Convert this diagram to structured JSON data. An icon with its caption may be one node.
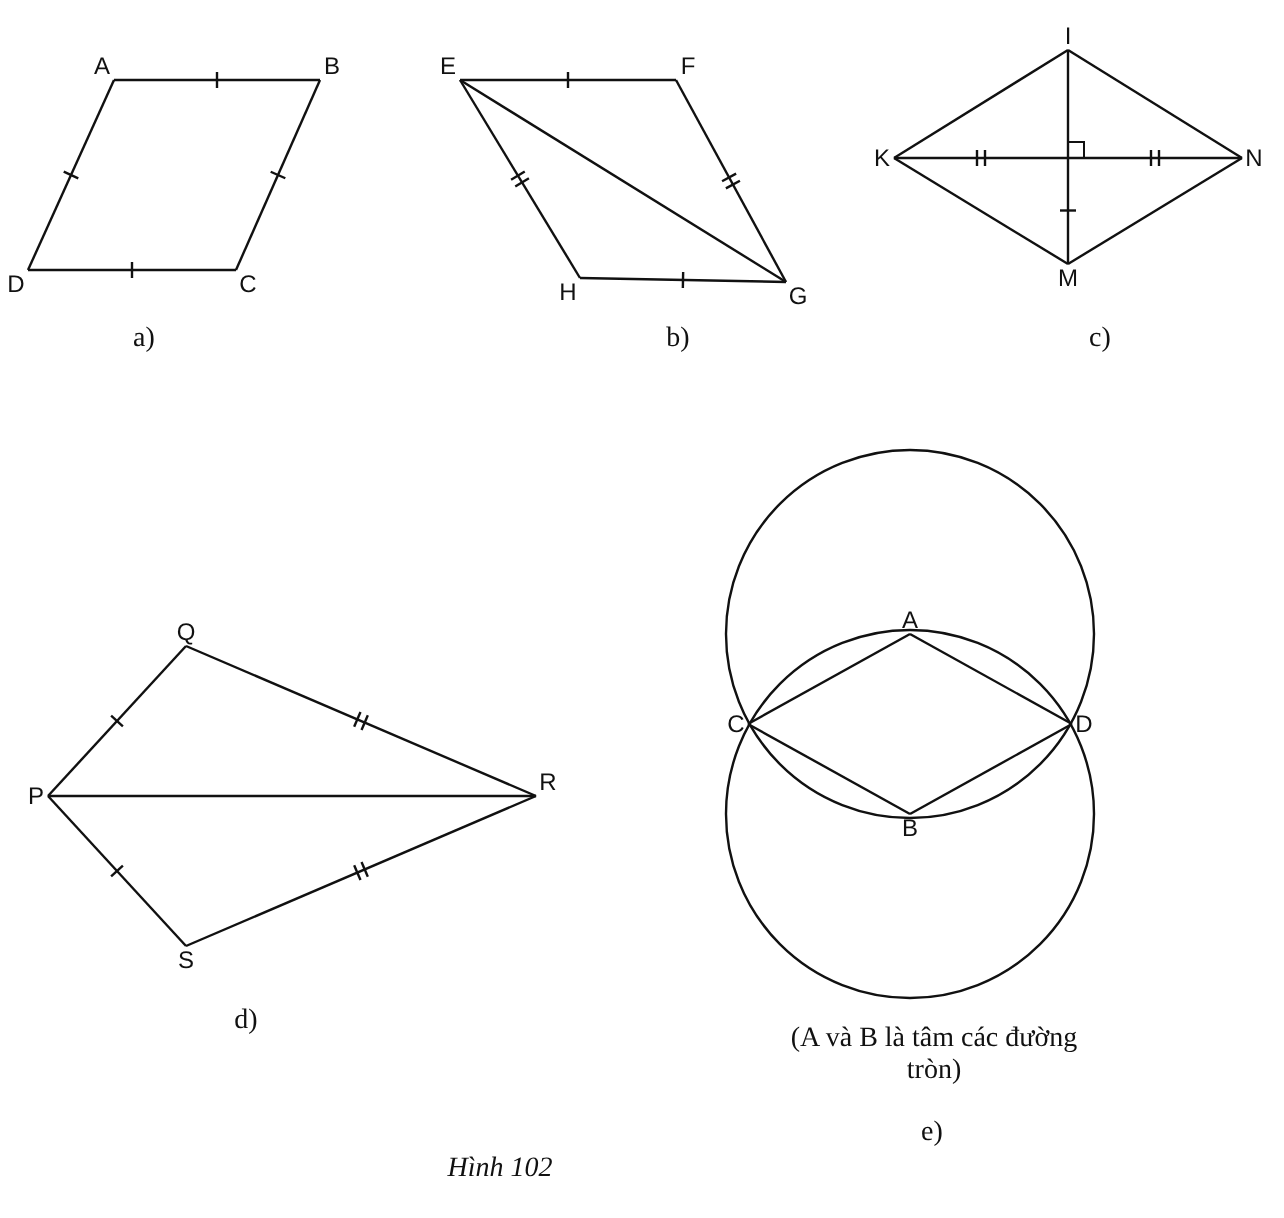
{
  "diagram": {
    "caption": "Hình 102",
    "nodes": [
      {
        "text": [
          "A"
        ]
      },
      {
        "text": [
          "B"
        ]
      },
      {
        "text": [
          "D"
        ]
      },
      {
        "text": [
          "C"
        ]
      },
      {
        "text": [
          "E"
        ]
      },
      {
        "text": [
          "F"
        ]
      },
      {
        "text": [
          "H"
        ]
      },
      {
        "text": [
          "G"
        ]
      },
      {
        "text": [
          "I"
        ]
      },
      {
        "text": [
          "K"
        ]
      },
      {
        "text": [
          "N"
        ]
      },
      {
        "text": [
          "M"
        ]
      },
      {
        "text": [
          "Q"
        ]
      },
      {
        "text": [
          "P"
        ]
      },
      {
        "text": [
          "R"
        ]
      },
      {
        "text": [
          "S"
        ]
      },
      {
        "text": [
          "A"
        ]
      },
      {
        "text": [
          "C"
        ]
      },
      {
        "text": [
          "D"
        ]
      },
      {
        "text": [
          "B"
        ]
      }
    ],
    "edges": [
      {
        "from": 0,
        "to": 1,
        "arrow": "none"
      },
      {
        "from": 1,
        "to": 3,
        "arrow": "none"
      },
      {
        "from": 3,
        "to": 2,
        "arrow": "none"
      },
      {
        "from": 2,
        "to": 0,
        "arrow": "none"
      },
      {
        "from": 4,
        "to": 5,
        "arrow": "none"
      },
      {
        "from": 5,
        "to": 7,
        "arrow": "none"
      },
      {
        "from": 7,
        "to": 6,
        "arrow": "none"
      },
      {
        "from": 6,
        "to": 4,
        "arrow": "none"
      },
      {
        "from": 4,
        "to": 7,
        "arrow": "none"
      },
      {
        "from": 8,
        "to": 10,
        "arrow": "none"
      },
      {
        "from": 10,
        "to": 11,
        "arrow": "none"
      },
      {
        "from": 11,
        "to": 9,
        "arrow": "none"
      },
      {
        "from": 9,
        "to": 8,
        "arrow": "none"
      },
      {
        "from": 8,
        "to": 11,
        "arrow": "none"
      },
      {
        "from": 9,
        "to": 10,
        "arrow": "none"
      },
      {
        "from": 12,
        "to": 14,
        "arrow": "none"
      },
      {
        "from": 14,
        "to": 15,
        "arrow": "none"
      },
      {
        "from": 15,
        "to": 13,
        "arrow": "none"
      },
      {
        "from": 13,
        "to": 12,
        "arrow": "none"
      },
      {
        "from": 13,
        "to": 14,
        "arrow": "none"
      },
      {
        "from": 16,
        "to": 17,
        "arrow": "none"
      },
      {
        "from": 16,
        "to": 18,
        "arrow": "none"
      },
      {
        "from": 17,
        "to": 19,
        "arrow": "none"
      },
      {
        "from": 19,
        "to": 18,
        "arrow": "none"
      }
    ],
    "labels": [
      "a)",
      "b)",
      "c)",
      "d)",
      "(A và B là tâm các đường tròn)",
      "e)"
    ]
  }
}
